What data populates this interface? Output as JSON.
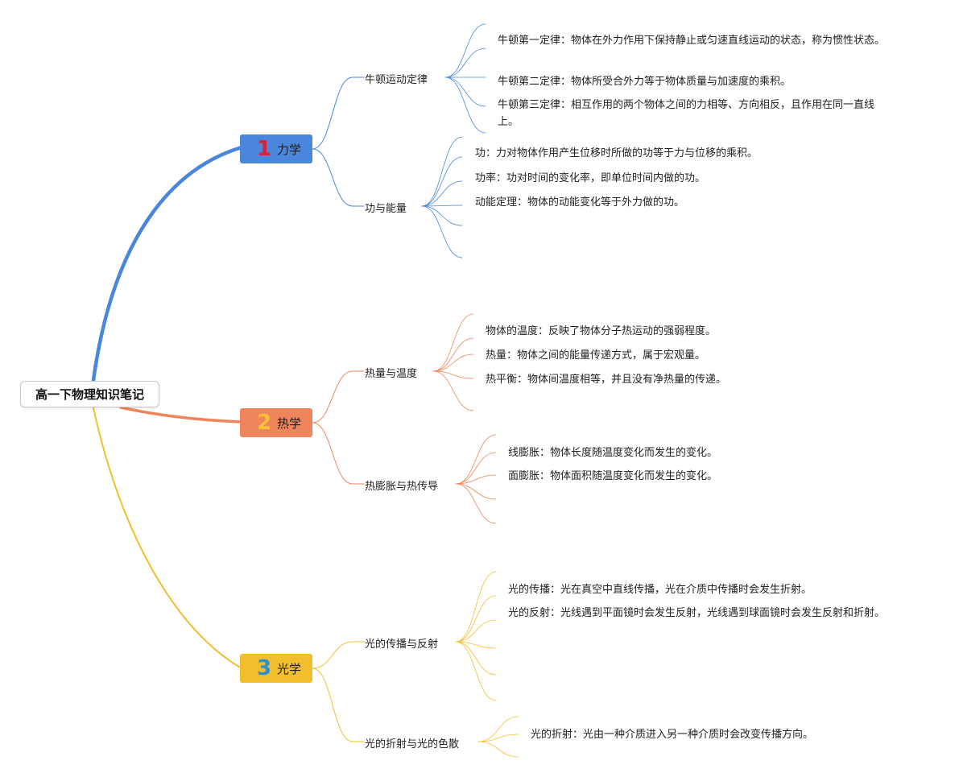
{
  "root": {
    "label": "高一下物理知识笔记"
  },
  "sections": [
    {
      "num": "1",
      "label": "力学",
      "color": "#4a86dc",
      "num_color": "#d6223a",
      "subs": [
        {
          "label": "牛顿运动定律",
          "leaves": [
            "牛顿第一定律：物体在外力作用下保持静止或匀速直线运动的状态，称为惯性状态。",
            "牛顿第二定律：物体所受合外力等于物体质量与加速度的乘积。",
            "牛顿第三定律：相互作用的两个物体之间的力相等、方向相反，且作用在同一直线上。"
          ]
        },
        {
          "label": "功与能量",
          "leaves": [
            "功：力对物体作用产生位移时所做的功等于力与位移的乘积。",
            "功率：功对时间的变化率，即单位时间内做的功。",
            "动能定理：物体的动能变化等于外力做的功。",
            "",
            ""
          ]
        }
      ]
    },
    {
      "num": "2",
      "label": "热学",
      "color": "#f0845a",
      "num_color": "#f6c33a",
      "subs": [
        {
          "label": "热量与温度",
          "leaves": [
            "物体的温度：反映了物体分子热运动的强弱程度。",
            "热量：物体之间的能量传递方式，属于宏观量。",
            "热平衡：物体间温度相等，并且没有净热量的传递。",
            ""
          ]
        },
        {
          "label": "热膨胀与热传导",
          "leaves": [
            "线膨胀：物体长度随温度变化而发生的变化。",
            "面膨胀：物体面积随温度变化而发生的变化。",
            "",
            ""
          ]
        }
      ]
    },
    {
      "num": "3",
      "label": "光学",
      "color": "#f2be2e",
      "num_color": "#2e8fcf",
      "subs": [
        {
          "label": "光的传播与反射",
          "leaves": [
            "光的传播：光在真空中直线传播，光在介质中传播时会发生折射。",
            "光的反射：光线遇到平面镜时会发生反射，光线遇到球面镜时会发生反射和折射。",
            "",
            "",
            ""
          ]
        },
        {
          "label": "光的折射与光的色散",
          "leaves": [
            "",
            "光的折射：光由一种介质进入另一种介质时会改变传播方向。",
            ""
          ]
        }
      ]
    }
  ]
}
